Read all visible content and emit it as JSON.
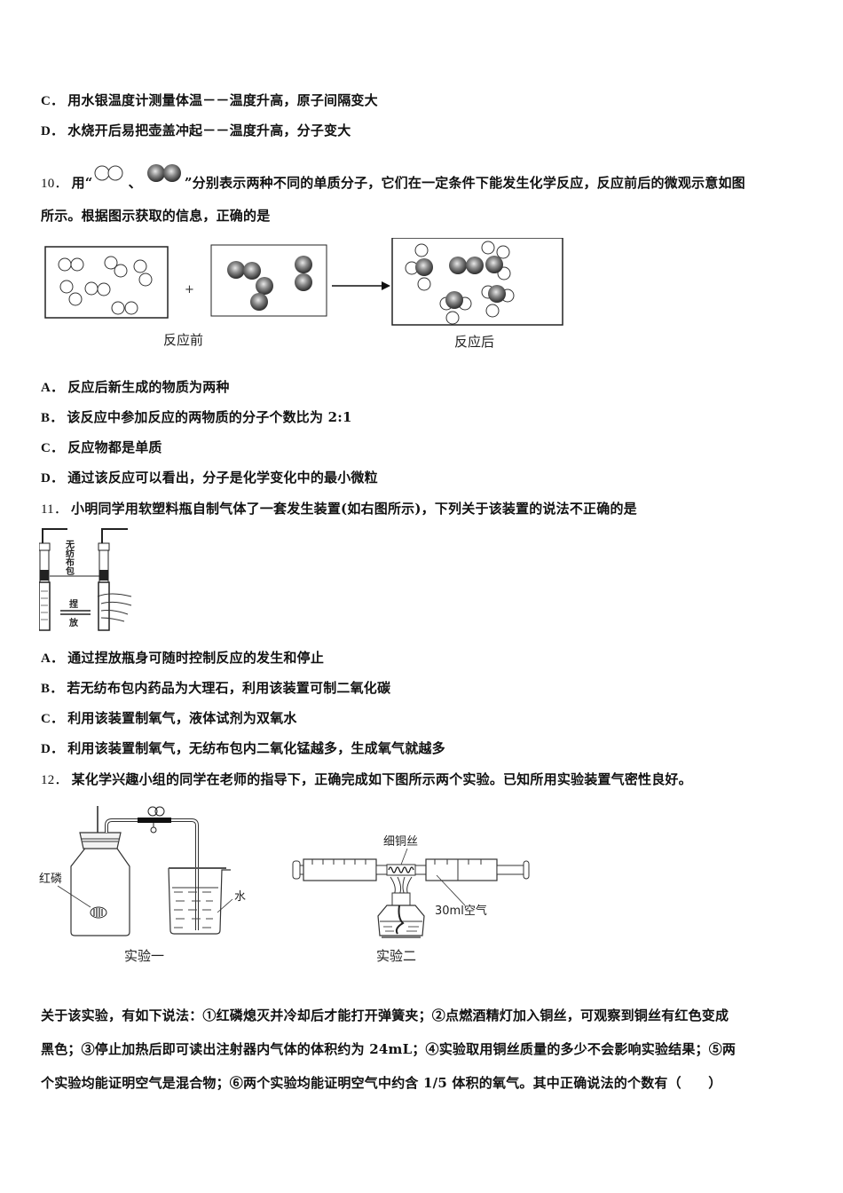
{
  "q9_options": [
    {
      "label": "C．",
      "text": "用水银温度计测量体温－－温度升高，原子间隔变大"
    },
    {
      "label": "D．",
      "text": "水烧开后易把壶盖冲起－－温度升高，分子变大"
    }
  ],
  "q10": {
    "number": "10．",
    "stem_part1": "用“",
    "stem_sep": "、",
    "stem_part2": "”分别表示两种不同的单质分子，它们在一定条件下能发生化学反应，反应前后的微观示意如图",
    "stem_line2": "所示。根据图示获取的信息，正确的是",
    "figure": {
      "plus": "+",
      "before_caption": "反应前",
      "after_caption": "反应后"
    },
    "options": [
      {
        "label": "A．",
        "text": "反应后新生成的物质为两种"
      },
      {
        "label": "B．",
        "text": "该反应中参加反应的两物质的分子个数比为 2:1"
      },
      {
        "label": "C．",
        "text": "反应物都是单质"
      },
      {
        "label": "D．",
        "text": "通过该反应可以看出，分子是化学变化中的最小微粒"
      }
    ]
  },
  "q11": {
    "number": "11．",
    "stem": "小明同学用软塑料瓶自制气体了一套发生装置(如右图所示)，下列关于该装置的说法不正确的是",
    "figure": {
      "bag_label": "无纺布包",
      "squeeze_label": "捏",
      "release_label": "放"
    },
    "options": [
      {
        "label": "A．",
        "text": "通过捏放瓶身可随时控制反应的发生和停止"
      },
      {
        "label": "B．",
        "text": "若无纺布包内药品为大理石，利用该装置可制二氧化碳"
      },
      {
        "label": "C．",
        "text": "利用该装置制氧气，液体试剂为双氧水"
      },
      {
        "label": "D．",
        "text": "利用该装置制氧气，无纺布包内二氧化锰越多，生成氧气就越多"
      }
    ]
  },
  "q12": {
    "number": "12．",
    "stem": "某化学兴趣小组的同学在老师的指导下，正确完成如下图所示两个实验。已知所用实验装置气密性良好。",
    "figure1": {
      "red_phosphorus_label": "红磷",
      "water_label": "水",
      "caption": "实验一"
    },
    "figure2": {
      "copper_wire_label": "细铜丝",
      "air_label": "30ml空气",
      "caption": "实验二"
    },
    "para_line1": "关于该实验，有如下说法：①红磷熄灭并冷却后才能打开弹簧夹；②点燃酒精灯加入铜丝，可观察到铜丝有红色变成",
    "para_line2": "黑色；③停止加热后即可读出注射器内气体的体积约为 24mL；④实验取用铜丝质量的多少不会影响实验结果；⑤两",
    "para_line3": "个实验均能证明空气是混合物；⑥两个实验均能证明空气中约含 1/5 体积的氧气。其中正确说法的个数有（　　）"
  }
}
